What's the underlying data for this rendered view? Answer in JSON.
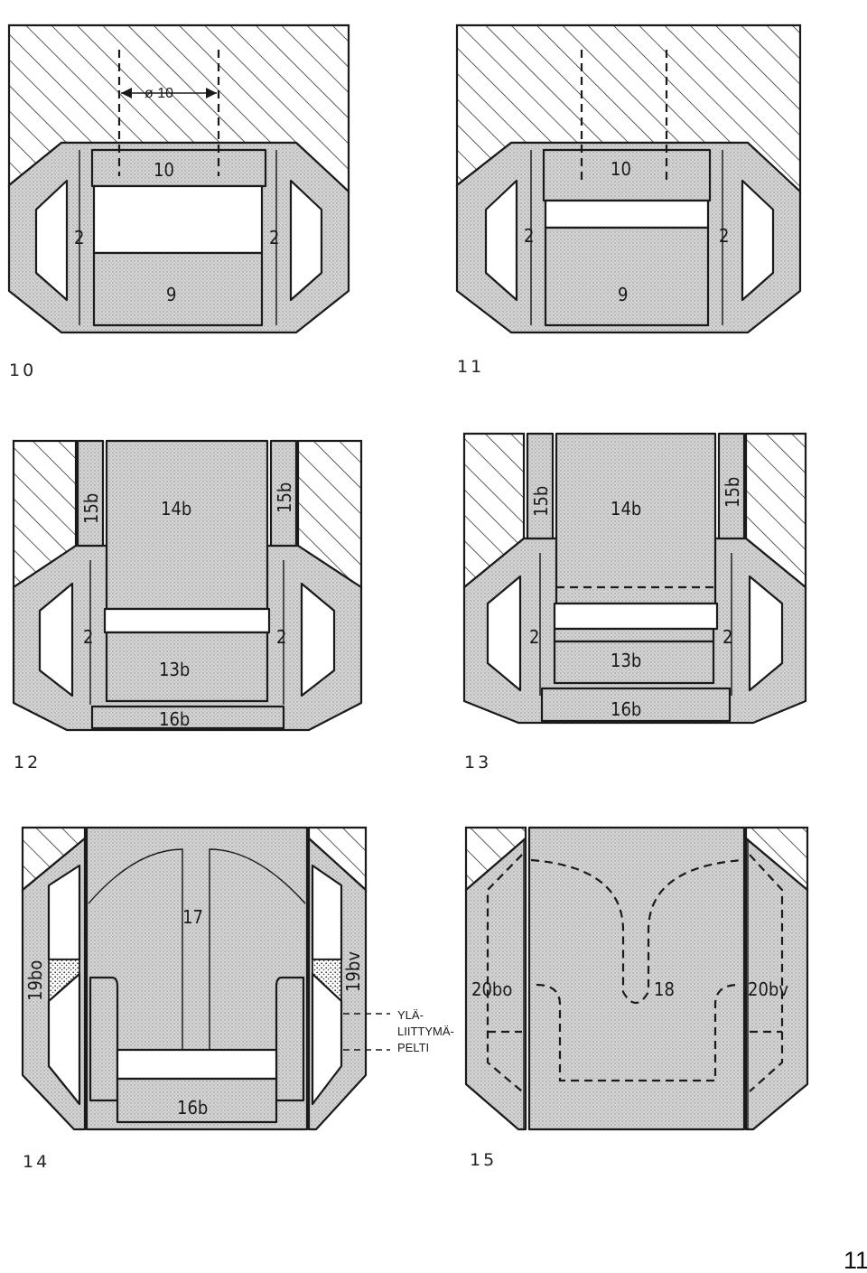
{
  "page_number": "11",
  "figures": [
    {
      "id": "10",
      "labels": {
        "top": "10",
        "bottom": "9",
        "left": "2",
        "right": "2",
        "dim": "ø 10"
      }
    },
    {
      "id": "11",
      "labels": {
        "top": "10",
        "bottom": "9",
        "left": "2",
        "right": "2"
      }
    },
    {
      "id": "12",
      "labels": {
        "top": "14b",
        "mid": "13b",
        "bottom": "16b",
        "left": "2",
        "right": "2",
        "left_col": "15b",
        "right_col": "15b"
      }
    },
    {
      "id": "13",
      "labels": {
        "top": "14b",
        "mid": "13b",
        "bottom": "16b",
        "left": "2",
        "right": "2",
        "left_col": "15b",
        "right_col": "15b"
      }
    },
    {
      "id": "14",
      "labels": {
        "center": "17",
        "bottom": "16b",
        "left_col": "19bo",
        "right_col": "19bv"
      },
      "annotation": {
        "line1": "YLÄ-",
        "line2": "LIITTYMÄ-",
        "line3": "PELTI"
      }
    },
    {
      "id": "15",
      "labels": {
        "center": "18",
        "left": "20bo",
        "right": "20bv"
      }
    }
  ]
}
